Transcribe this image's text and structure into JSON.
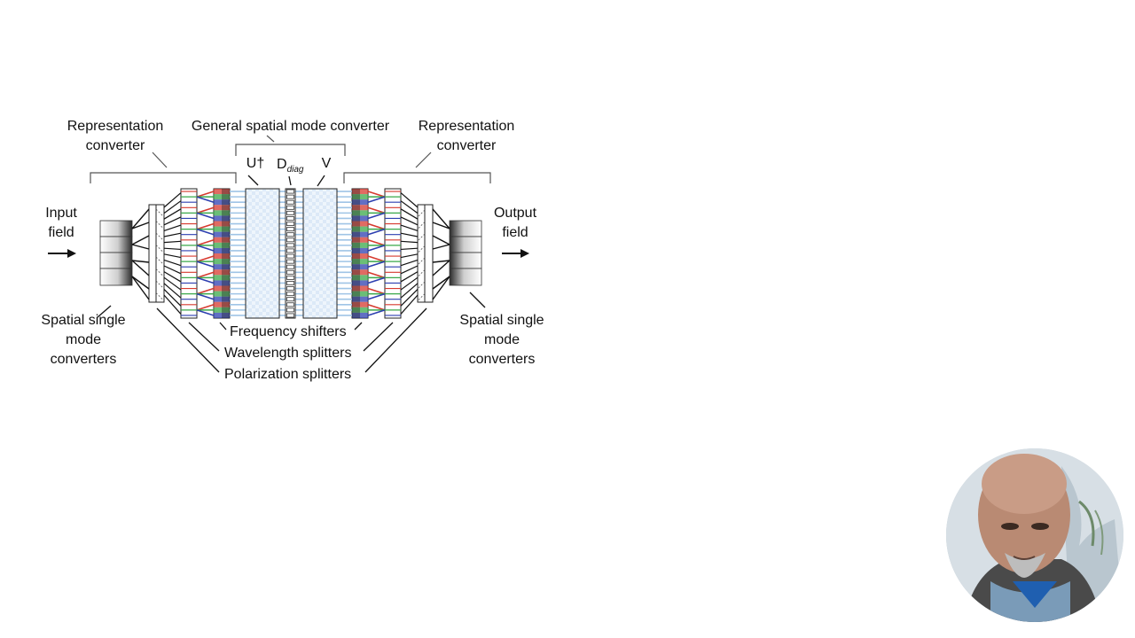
{
  "diagram": {
    "title_center": "General spatial mode converter",
    "rep_converter_left": [
      "Representation",
      "converter"
    ],
    "rep_converter_right": [
      "Representation",
      "converter"
    ],
    "input_field": [
      "Input",
      "field"
    ],
    "output_field": [
      "Output",
      "field"
    ],
    "ssm_left": [
      "Spatial single",
      "mode",
      "converters"
    ],
    "ssm_right": [
      "Spatial single",
      "mode",
      "converters"
    ],
    "u_dagger": "U†",
    "d_diag_main": "D",
    "d_diag_sub": "diag",
    "v_label": "V",
    "frequency_shifters": "Frequency shifters",
    "wavelength_splitters": "Wavelength splitters",
    "polarization_splitters": "Polarization splitters",
    "colors": {
      "red": "#d63a2f",
      "green": "#3aa84a",
      "blue": "#2d3fb0",
      "light_blue": "#9fc4e6",
      "matrix_fill": "#dce9f7"
    }
  },
  "webcam": {
    "description_icon": "presenter-webcam"
  }
}
